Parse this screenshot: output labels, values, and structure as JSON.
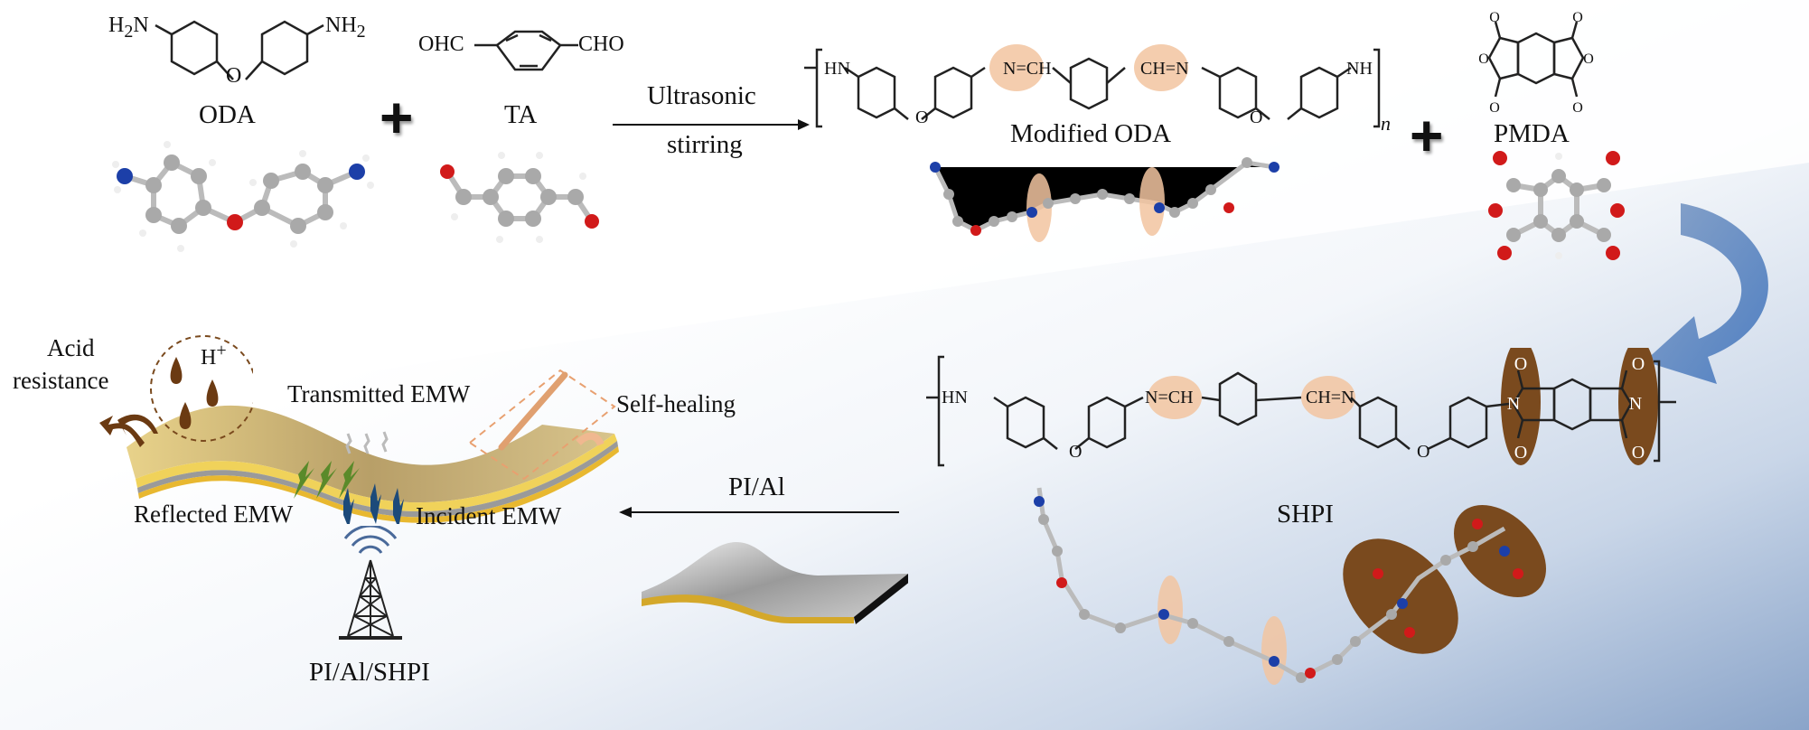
{
  "figure": {
    "type": "reaction-scheme",
    "colors": {
      "bond": "#222222",
      "imine_highlight": "#f2c4a0",
      "imide_highlight": "#7a4a1e",
      "arrow_blue": "#5b86c4",
      "carbon_atom": "#a8a8a8",
      "oxygen_atom": "#d11a1a",
      "nitrogen_atom": "#1c3fa8",
      "film_gold": "#d4a82a",
      "film_tan": "#c9b07a",
      "background_gradient_end": "#8fa9cc"
    }
  },
  "reactants": {
    "oda": {
      "label": "ODA",
      "amine_left": "H",
      "amine_left_sub": "2",
      "amine_left_tail": "N",
      "amine_right": "NH",
      "amine_right_sub": "2",
      "bridge": "O"
    },
    "plus1": "+",
    "ta": {
      "label": "TA",
      "left_group": "OHC",
      "right_group": "CHO"
    }
  },
  "step1": {
    "line1": "Ultrasonic",
    "line2": "stirring"
  },
  "modified_oda": {
    "label": "Modified ODA",
    "end_left": "HN",
    "imine1": "N=CH",
    "imine2": "CH=N",
    "end_right": "NH",
    "bridge": "O",
    "repeat": "n"
  },
  "plus2": "+",
  "pmda": {
    "label": "PMDA",
    "oxygen": "O"
  },
  "shpi": {
    "label": "SHPI",
    "end_left": "HN",
    "imine1": "N=CH",
    "imine2": "CH=N",
    "bridge": "O",
    "imide_n": "N",
    "oxygen": "O"
  },
  "step2": {
    "label": "PI/Al"
  },
  "application": {
    "acid_resistance_line1": "Acid",
    "acid_resistance_line2": "resistance",
    "proton": "H",
    "proton_sup": "+",
    "transmitted": "Transmitted EMW",
    "self_healing": "Self-healing",
    "reflected": "Reflected EMW",
    "incident": "Incident EMW",
    "product": "PI/Al/SHPI"
  }
}
